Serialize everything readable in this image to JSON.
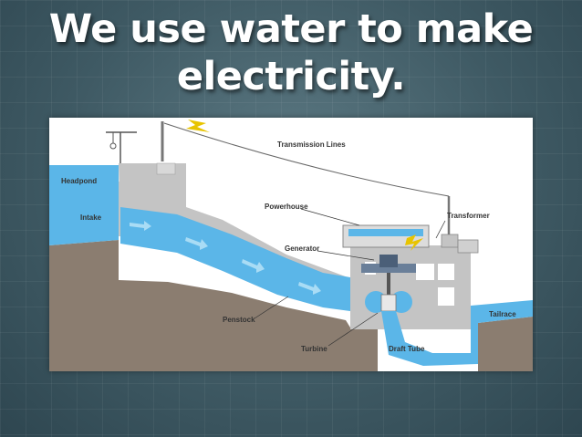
{
  "slide": {
    "title_line1": "We use water to make",
    "title_line2": "electricity."
  },
  "diagram": {
    "labels": {
      "headpond": "Headpond",
      "intake": "Intake",
      "transmission_lines": "Transmission Lines",
      "powerhouse": "Powerhouse",
      "transformer": "Transformer",
      "generator": "Generator",
      "penstock": "Penstock",
      "turbine": "Turbine",
      "draft_tube": "Draft Tube",
      "tailrace": "Tailrace"
    },
    "colors": {
      "water": "#5bb6e8",
      "water_light": "#a9dcf5",
      "earth": "#8b7d70",
      "concrete": "#c4c4c4",
      "sky": "#ffffff",
      "lightning": "#e8c400"
    }
  }
}
